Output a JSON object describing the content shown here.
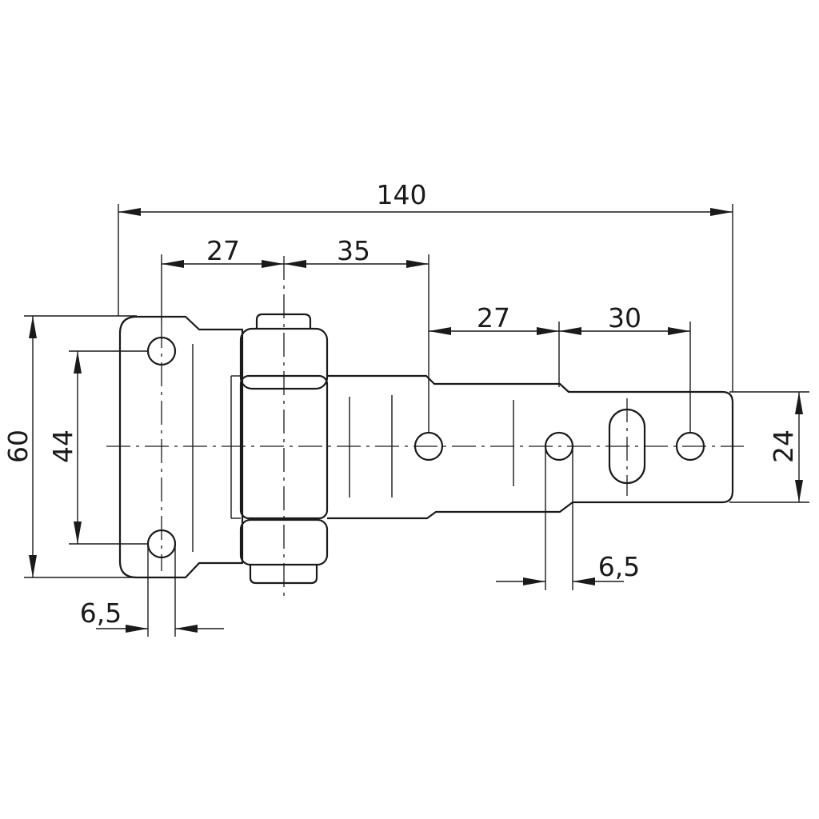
{
  "dimensions": {
    "overall_length": "140",
    "leaf_hole_to_pin": "27",
    "pin_to_first_hole": "35",
    "hole_spacing_1": "27",
    "hole_spacing_2": "30",
    "leaf_height": "60",
    "leaf_hole_spacing": "44",
    "strap_width": "24",
    "leaf_hole_diameter": "6,5",
    "strap_hole_diameter": "6,5"
  }
}
